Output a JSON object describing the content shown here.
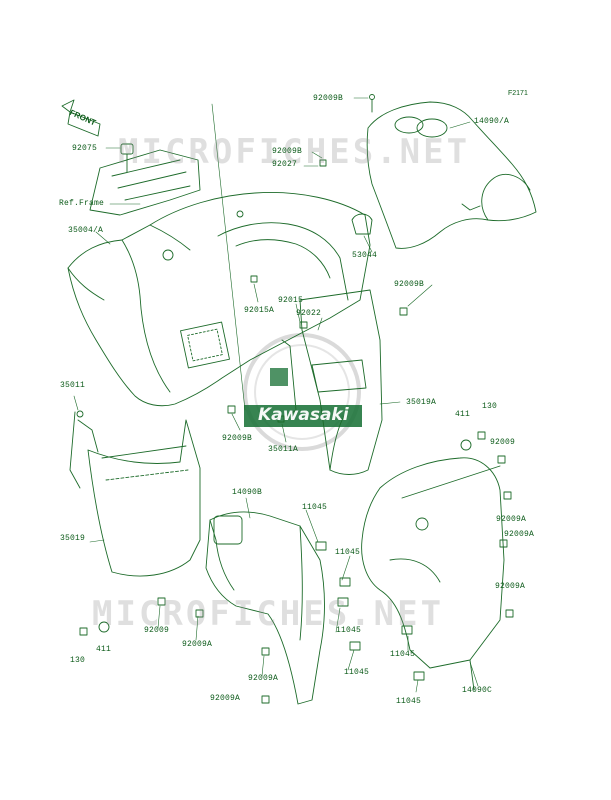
{
  "figure_code": "F2171",
  "watermark": {
    "text": "MICROFICHES.NET",
    "brand": "Kawasaki"
  },
  "front_arrow": "FRONT",
  "parts": {
    "p92009B_top": "92009B",
    "p14090A": "14090/A",
    "p92075": "92075",
    "p92009B_mid": "92009B",
    "p92027": "92027",
    "p_ref_frame": "Ref.Frame",
    "p35004A": "35004/A",
    "p53044": "53044",
    "p92009B_right": "92009B",
    "p92015": "92015",
    "p92022": "92022",
    "p92015A": "92015A",
    "p35011": "35011",
    "p35019A": "35019A",
    "p411_right": "411",
    "p130_right": "130",
    "p92009B_low": "92009B",
    "p92009_right": "92009",
    "p35011A": "35011A",
    "p14090B": "14090B",
    "p92009A_r1": "92009A",
    "p11045_a": "11045",
    "p92009A_r2": "92009A",
    "p35019": "35019",
    "p11045_b": "11045",
    "p92009A_r3": "92009A",
    "p92009_left": "92009",
    "p92009A_left": "92009A",
    "p11045_c": "11045",
    "p130_left": "130",
    "p411_left": "411",
    "p11045_d": "11045",
    "p11045_e": "11045",
    "p92009A_bot1": "92009A",
    "p14090C": "14090C",
    "p11045_f": "11045",
    "p92009A_bot2": "92009A"
  }
}
